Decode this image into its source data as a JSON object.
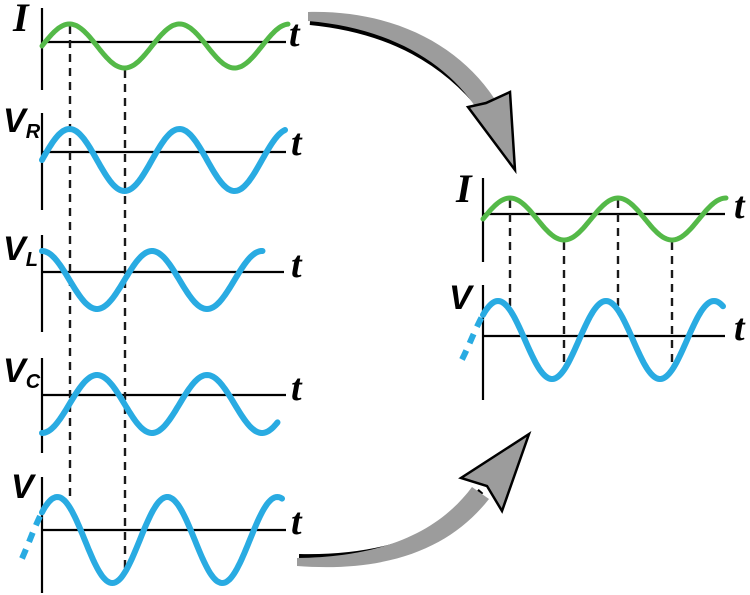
{
  "colors": {
    "current_wave": "#54b948",
    "voltage_wave": "#29abe2",
    "axis": "#000000",
    "guide": "#1a1a1a",
    "arrow_fill": "#9c9c9c",
    "arrow_outline": "#000000"
  },
  "left_column": {
    "graphs": [
      {
        "id": "i-left",
        "label": {
          "main": "I",
          "sub": ""
        },
        "axis_label": "t",
        "series": "current",
        "phase_deg": 0,
        "has_lead_in": false
      },
      {
        "id": "vr",
        "label": {
          "main": "V",
          "sub": "R"
        },
        "axis_label": "t",
        "series": "voltage",
        "phase_deg": 0,
        "has_lead_in": false
      },
      {
        "id": "vl",
        "label": {
          "main": "V",
          "sub": "L"
        },
        "axis_label": "t",
        "series": "voltage",
        "phase_deg": 90,
        "has_lead_in": false
      },
      {
        "id": "vc",
        "label": {
          "main": "V",
          "sub": "C"
        },
        "axis_label": "t",
        "series": "voltage",
        "phase_deg": -90,
        "has_lead_in": false
      },
      {
        "id": "v-left",
        "label": {
          "main": "V",
          "sub": ""
        },
        "axis_label": "t",
        "series": "voltage",
        "phase_deg": 40,
        "has_lead_in": true
      }
    ]
  },
  "right_column": {
    "graphs": [
      {
        "id": "i-right",
        "label": {
          "main": "I",
          "sub": ""
        },
        "axis_label": "t",
        "series": "current",
        "phase_deg": 0,
        "has_lead_in": false
      },
      {
        "id": "v-right",
        "label": {
          "main": "V",
          "sub": ""
        },
        "axis_label": "t",
        "series": "voltage",
        "phase_deg": 40,
        "has_lead_in": true
      }
    ]
  },
  "arrows": [
    {
      "icon": "curved-arrow-down-right"
    },
    {
      "icon": "curved-arrow-up-right"
    }
  ]
}
